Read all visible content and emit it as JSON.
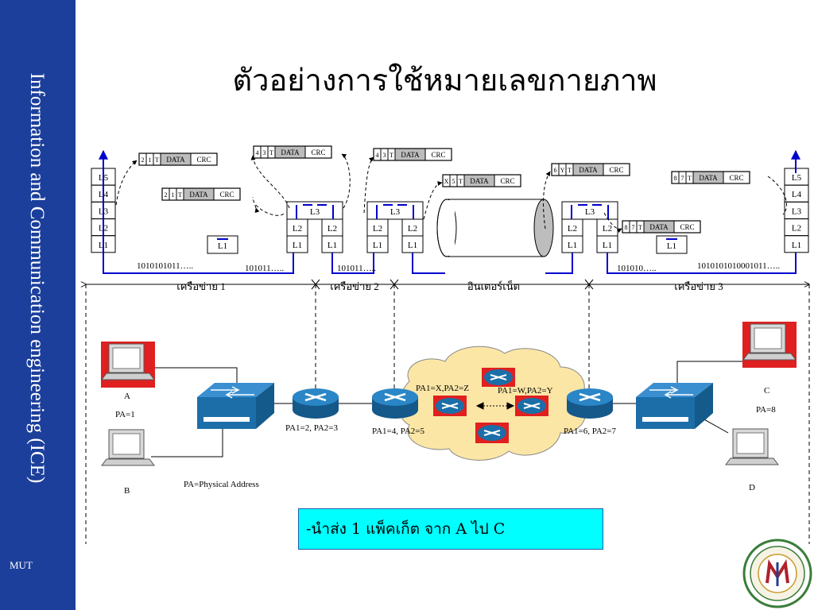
{
  "sidebar": {
    "vertical_text": "Information and Communication engineering (ICE)",
    "footer": "MUT"
  },
  "title": "ตัวอย่างการใช้หมายเลขกายภาพ",
  "stacks": {
    "layers5": [
      "L5",
      "L4",
      "L3",
      "L2",
      "L1"
    ],
    "l3": "L3",
    "l2": "L2",
    "l1": "L1"
  },
  "frames": {
    "f1": [
      "2",
      "1",
      "T",
      "DATA",
      "CRC"
    ],
    "f2": [
      "2",
      "1",
      "T",
      "DATA",
      "CRC"
    ],
    "f3": [
      "4",
      "3",
      "T",
      "DATA",
      "CRC"
    ],
    "f4": [
      "4",
      "3",
      "T",
      "DATA",
      "CRC"
    ],
    "f5": [
      "X",
      "5",
      "T",
      "DATA",
      "CRC"
    ],
    "f6": [
      "6",
      "Y",
      "T",
      "DATA",
      "CRC"
    ],
    "f7": [
      "8",
      "7",
      "T",
      "DATA",
      "CRC"
    ],
    "f8": [
      "8",
      "7",
      "T",
      "DATA",
      "CRC"
    ]
  },
  "bits": {
    "b1": "1010101011…..",
    "b2": "101011…..",
    "b3": "101011…..",
    "b4": "101010…..",
    "b5": "1010101010001011….."
  },
  "segments": {
    "net1": "เครือข่าย 1",
    "net2": "เครือข่าย 2",
    "internet": "อินเตอร์เน็ต",
    "net3": "เครือข่าย 3"
  },
  "hosts": {
    "a_label": "A",
    "a_pa": "PA=1",
    "b_label": "B",
    "c_label": "C",
    "c_pa": "PA=8",
    "d_label": "D"
  },
  "routers": {
    "r1": "PA1=2, PA2=3",
    "r2": "PA1=4, PA2=5",
    "r3": "PA1=6, PA2=7",
    "cloud_left": "PA1=X,PA2=Z",
    "cloud_right": "PA1=W,PA2=Y"
  },
  "legend": "PA=Physical Address",
  "note": "-นำส่ง 1 แพ็คเก็ต จาก A ไป C",
  "colors": {
    "sidebar": "#1c3f9b",
    "link": "#0000cc",
    "note_bg": "#00ffff",
    "router": "#1b6ea8",
    "cloud": "#fbe6a6",
    "host_highlight": "#e02020"
  }
}
